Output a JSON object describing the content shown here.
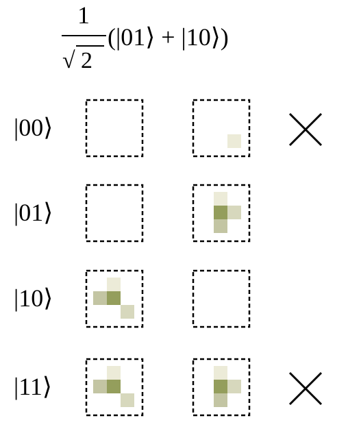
{
  "header": {
    "numerator": "1",
    "sqrt_sign": "√",
    "radicand": "2",
    "expression": "(|01⟩ + |10⟩)"
  },
  "rows": [
    {
      "label": "|00⟩",
      "marked": true,
      "left": [],
      "right": [
        {
          "col": 2,
          "row": 2,
          "shade": "pale"
        }
      ]
    },
    {
      "label": "|01⟩",
      "marked": false,
      "left": [],
      "right": [
        {
          "col": 1,
          "row": 0,
          "shade": "pale"
        },
        {
          "col": 1,
          "row": 1,
          "shade": "dark"
        },
        {
          "col": 2,
          "row": 1,
          "shade": "light"
        },
        {
          "col": 1,
          "row": 2,
          "shade": "mid"
        }
      ]
    },
    {
      "label": "|10⟩",
      "marked": false,
      "left": [
        {
          "col": 1,
          "row": 0,
          "shade": "pale"
        },
        {
          "col": 0,
          "row": 1,
          "shade": "mid"
        },
        {
          "col": 1,
          "row": 1,
          "shade": "dark"
        },
        {
          "col": 2,
          "row": 2,
          "shade": "light"
        }
      ],
      "right": []
    },
    {
      "label": "|11⟩",
      "marked": true,
      "left": [
        {
          "col": 1,
          "row": 0,
          "shade": "pale"
        },
        {
          "col": 0,
          "row": 1,
          "shade": "mid"
        },
        {
          "col": 1,
          "row": 1,
          "shade": "dark"
        },
        {
          "col": 2,
          "row": 2,
          "shade": "light"
        }
      ],
      "right": [
        {
          "col": 1,
          "row": 0,
          "shade": "pale"
        },
        {
          "col": 1,
          "row": 1,
          "shade": "dark"
        },
        {
          "col": 2,
          "row": 1,
          "shade": "light"
        },
        {
          "col": 1,
          "row": 2,
          "shade": "mid"
        }
      ]
    }
  ],
  "colors": {
    "dark": "#949e5c",
    "mid": "#c3c5a3",
    "light": "#d7d8bd",
    "pale": "#ecebd8",
    "frame": "#000000",
    "cross": "#000000"
  }
}
